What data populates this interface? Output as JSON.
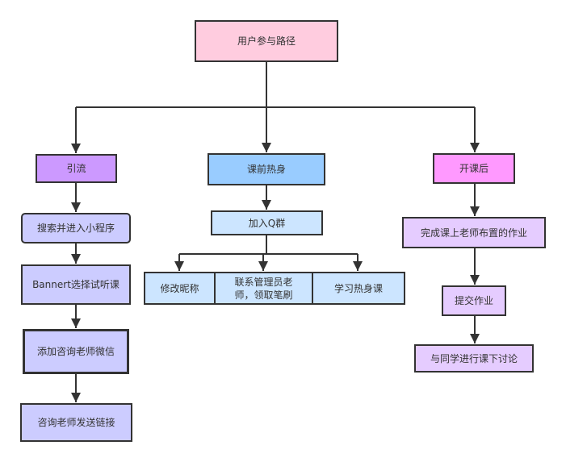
{
  "colors": {
    "root": "#ffccdf",
    "traffic": "#cc99ff",
    "warmup": "#99ccff",
    "after": "#ff99ff",
    "traffic_child": "#ccccff",
    "warmup_child": "#cce5ff",
    "after_child": "#e5ccff"
  },
  "root": "用户参与路径",
  "branches": {
    "traffic": {
      "title": "引流",
      "steps": [
        "搜索并进入小程序",
        "Bannert选择试听课",
        "添加咨询老师微信",
        "咨询老师发送链接"
      ]
    },
    "warmup": {
      "title": "课前热身",
      "group": "加入Q群",
      "children": [
        "修改昵称",
        "联系管理员老师，领取笔刷",
        "学习热身课"
      ]
    },
    "after": {
      "title": "开课后",
      "steps": [
        "完成课上老师布置的作业",
        "提交作业",
        "与同学进行课下讨论"
      ]
    }
  }
}
